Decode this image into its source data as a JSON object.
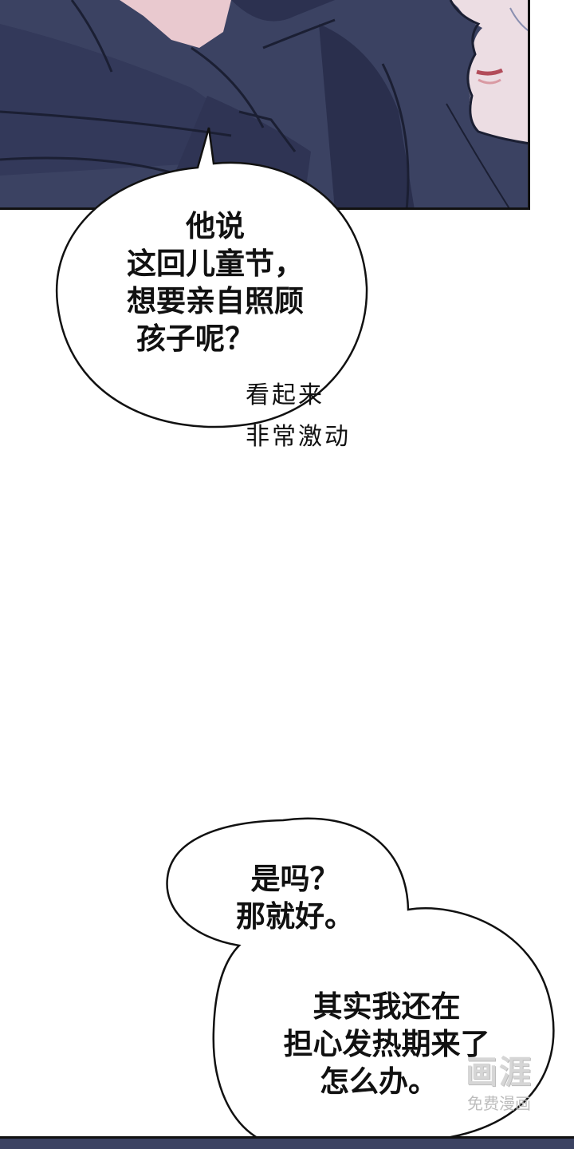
{
  "bubble1": {
    "lines": [
      "他说",
      "这回儿童节，",
      "想要亲自照顾",
      "孩子呢？"
    ]
  },
  "sfx": {
    "lines": [
      "看起来",
      "非常激动"
    ]
  },
  "bubble2": {
    "lines": [
      "是吗？",
      "那就好。"
    ]
  },
  "bubble3": {
    "lines": [
      "其实我还在",
      "担心发热期来了",
      "怎么办。"
    ]
  },
  "watermark": {
    "logo": "画涯",
    "sub": "免费漫画"
  },
  "colors": {
    "coat": "#3b4262",
    "coat_shadow": "#252a42",
    "skin": "#f2d9de",
    "lip": "#c7707a",
    "outline": "#111111"
  }
}
